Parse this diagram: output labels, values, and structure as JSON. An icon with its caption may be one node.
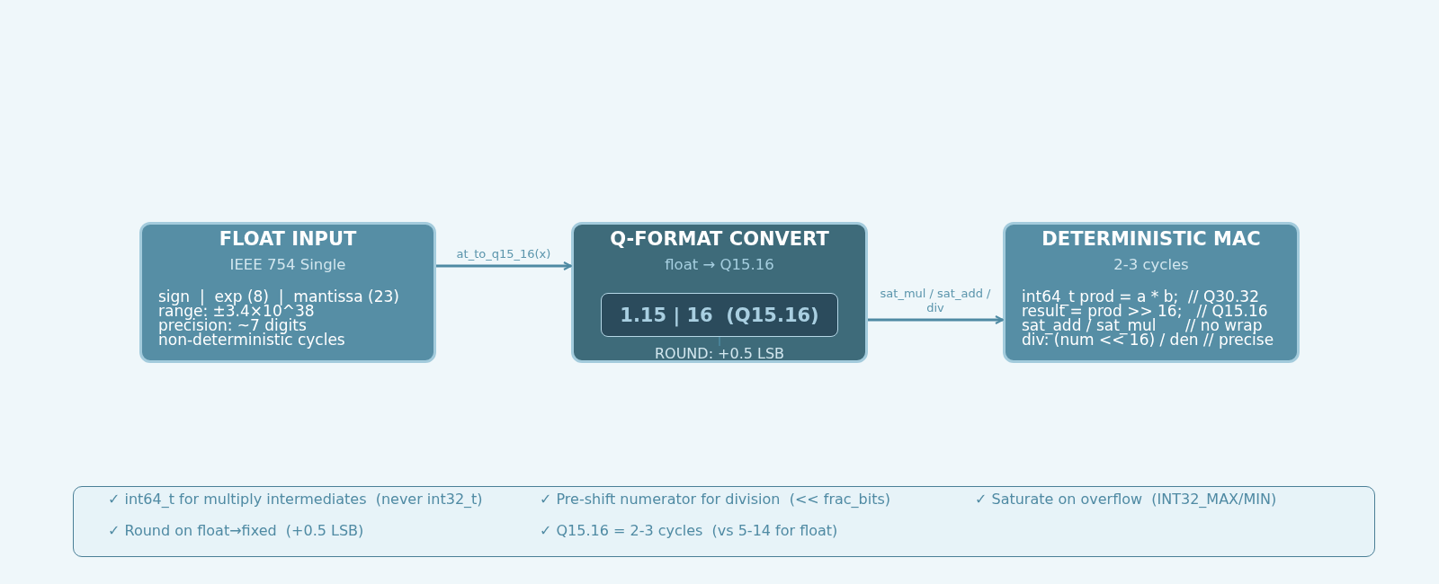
{
  "diagram": {
    "nodes": [
      {
        "text": [
          "FLOAT INPUT",
          "IEEE 754 Single",
          "sign  |  exp (8)  |  mantissa (23)",
          "range: ±3.4×10^38",
          "precision: ~7 digits",
          "non-deterministic cycles"
        ]
      },
      {
        "text": [
          "Q-FORMAT CONVERT",
          "float → Q15.16"
        ]
      },
      {
        "text": [
          "1.15 | 16  (Q15.16)"
        ],
        "in": 1
      },
      {
        "text": [
          "ROUND: +0.5 LSB"
        ],
        "in": 1
      },
      {
        "text": [
          "DETERMINISTIC MAC",
          "2-3 cycles",
          "int64_t prod = a * b;  // Q30.32",
          "result = prod >> 16;   // Q15.16",
          "sat_add / sat_mul      // no wrap",
          "div: (num << 16) / den // precise"
        ]
      },
      {
        "text": [
          "✓ int64_t for multiply intermediates  (never int32_t)",
          "✓ Pre-shift numerator for division  (<< frac_bits)",
          "✓ Saturate on overflow  (INT32_MAX/MIN)",
          "✓ Round on float→fixed  (+0.5 LSB)",
          "✓ Q15.16 = 2-3 cycles  (vs 5-14 for float)"
        ]
      }
    ],
    "edges": [
      {
        "from": 0,
        "to": 1,
        "arrow": "to",
        "label": "at_to_q15_16(x)"
      },
      {
        "from": 1,
        "to": 4,
        "arrow": "to",
        "label": "sat_mul / sat_add / div"
      },
      {
        "from": 2,
        "to": 3,
        "arrow": "none"
      }
    ]
  }
}
